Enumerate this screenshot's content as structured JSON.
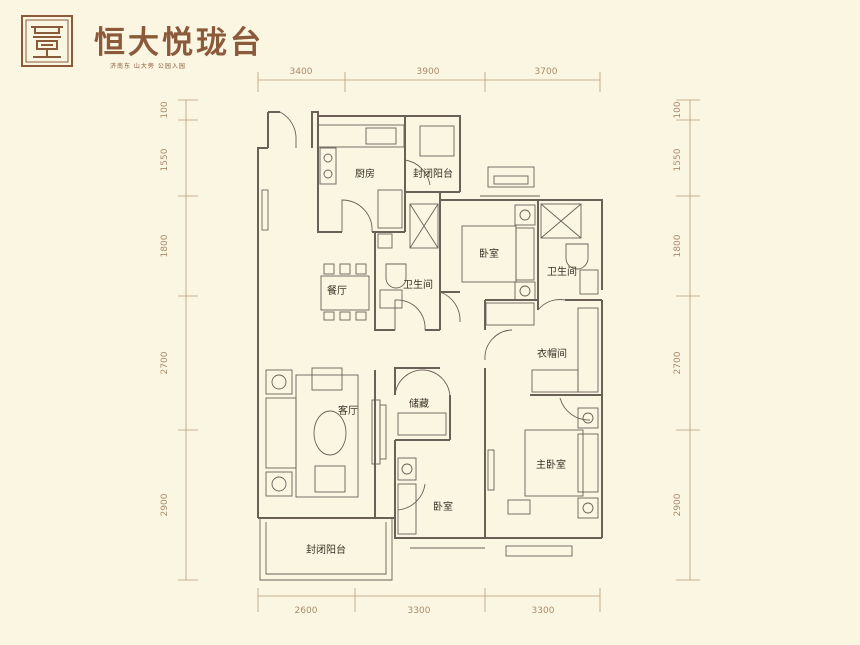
{
  "brand": {
    "title": "恒大悦珑台",
    "subtitle": "济南东  山大旁  公园入园"
  },
  "dimensions": {
    "top": [
      "3400",
      "3900",
      "3700"
    ],
    "bottom": [
      "2600",
      "3300",
      "3300"
    ],
    "left": [
      "100",
      "1550",
      "1800",
      "2700",
      "2900"
    ],
    "right": [
      "100",
      "1550",
      "1800",
      "2700",
      "2900"
    ]
  },
  "rooms": {
    "kitchen": "厨房",
    "balcony_top": "封闭阳台",
    "dining": "餐厅",
    "bathroom_1": "卫生间",
    "bedroom_1": "卧室",
    "bathroom_2": "卫生间",
    "walk_in_closet": "衣帽间",
    "living": "客厅",
    "storage": "储藏",
    "master_bedroom": "主卧室",
    "bedroom_2": "卧室",
    "balcony_bottom": "封闭阳台"
  },
  "colors": {
    "background": "#fbf6e2",
    "brand": "#8a5a3b",
    "wall": "#6b6058",
    "dimension": "#a88c6a"
  }
}
